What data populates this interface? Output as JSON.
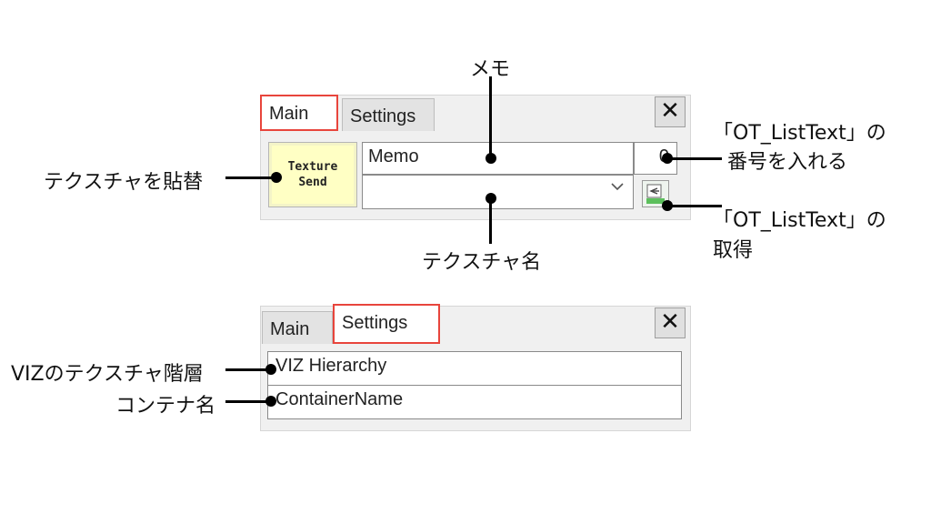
{
  "panel_main": {
    "tabs": [
      {
        "label": "Main",
        "active": true
      },
      {
        "label": "Settings",
        "active": false
      }
    ],
    "close_glyph": "✕",
    "texture_button": {
      "line1": "Texture",
      "line2": "Send"
    },
    "memo_value": "Memo",
    "number_value": "0",
    "texture_select_value": "",
    "chevron_glyph": "⌵",
    "get_icon": "list-import-icon"
  },
  "panel_settings": {
    "tabs": [
      {
        "label": "Main",
        "active": false
      },
      {
        "label": "Settings",
        "active": true
      }
    ],
    "close_glyph": "✕",
    "viz_hierarchy_value": "VIZ Hierarchy",
    "container_name_value": "ContainerName"
  },
  "annotations": {
    "memo": "メモ",
    "texture_send": "テクスチャを貼替",
    "number_line1": "「OT_ListText」の",
    "number_line2": "番号を入れる",
    "get_line1": "「OT_ListText」の",
    "get_line2": "取得",
    "texture_name": "テクスチャ名",
    "viz_hierarchy": "VIZのテクスチャ階層",
    "container_name": "コンテナ名"
  },
  "colors": {
    "active_tab_border": "#e8453c",
    "texture_button_bg": "#ffffc4",
    "panel_bg": "#f0f0f0"
  }
}
